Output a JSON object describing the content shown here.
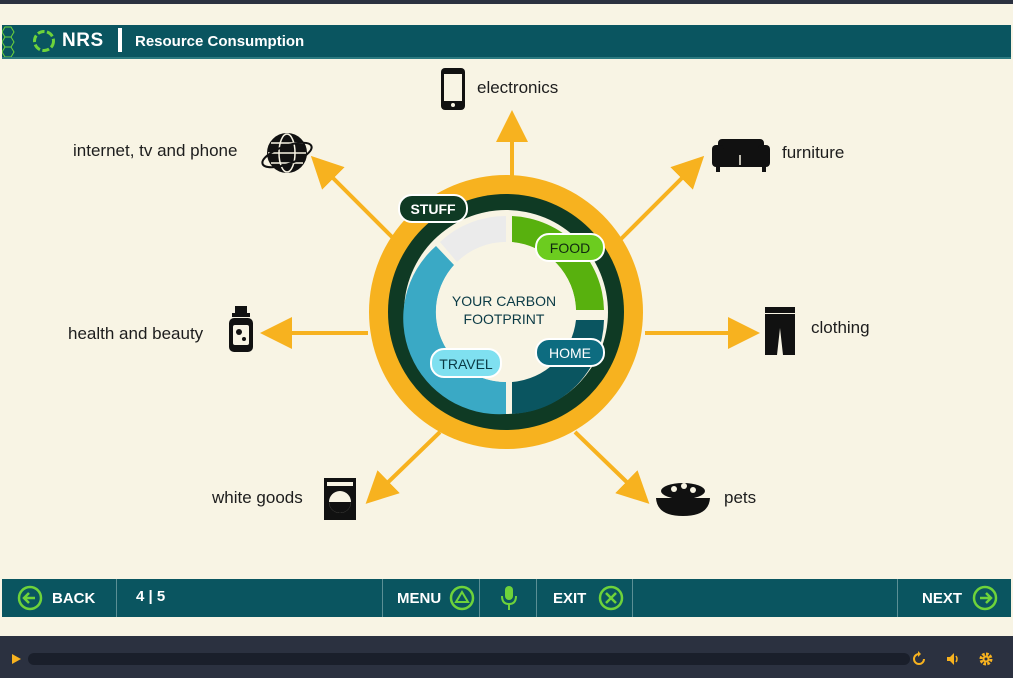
{
  "header": {
    "brand": "NRS",
    "title": "Resource Consumption"
  },
  "center": {
    "title_line1": "YOUR CARBON",
    "title_line2": "FOOTPRINT",
    "segments": [
      {
        "label": "STUFF"
      },
      {
        "label": "FOOD"
      },
      {
        "label": "HOME"
      },
      {
        "label": "TRAVEL"
      }
    ]
  },
  "categories": {
    "electronics": "electronics",
    "internet": "internet, tv and phone",
    "furniture": "furniture",
    "health": "health and beauty",
    "clothing": "clothing",
    "white_goods": "white goods",
    "pets": "pets"
  },
  "footer": {
    "back": "BACK",
    "page": "4 | 5",
    "menu": "MENU",
    "exit": "EXIT",
    "next": "NEXT"
  },
  "colors": {
    "teal": "#0a5560",
    "orange": "#f7b21f",
    "green": "#58b10e",
    "blue": "#3aa9c5",
    "dark": "#0f3a24"
  },
  "icons": [
    "hex-pattern-icon",
    "nrs-logo-icon",
    "smartphone-icon",
    "globe-icon",
    "sofa-icon",
    "bottle-icon",
    "trousers-icon",
    "washing-machine-icon",
    "pet-bowl-icon",
    "back-arrow-icon",
    "menu-triangle-icon",
    "microphone-icon",
    "exit-x-icon",
    "next-arrow-icon",
    "play-icon",
    "replay-icon",
    "volume-icon",
    "settings-gear-icon"
  ]
}
